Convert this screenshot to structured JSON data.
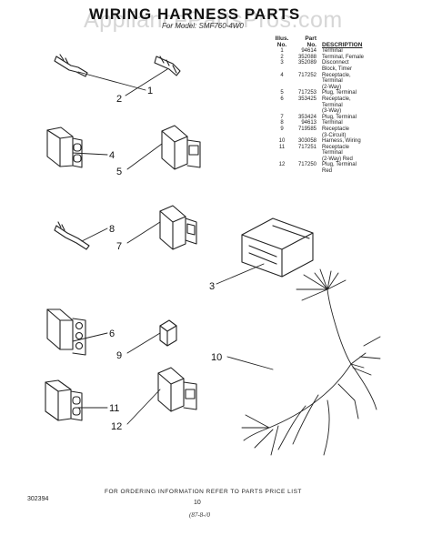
{
  "watermark": "AppliancePartsPros.com",
  "title": "WIRING HARNESS PARTS",
  "subtitle": "For Model: SMF760-4W0",
  "parts_table": {
    "headers": {
      "illus_line1": "Illus.",
      "illus_line2": "No.",
      "part_line1": "Part",
      "part_line2": "No.",
      "description": "DESCRIPTION"
    },
    "lines": [
      {
        "illus": "1",
        "part": "94614",
        "desc": "Terminal"
      },
      {
        "illus": "2",
        "part": "352088",
        "desc": "Terminal, Female"
      },
      {
        "illus": "3",
        "part": "352089",
        "desc": "Disconnect"
      },
      {
        "illus": "",
        "part": "",
        "desc": "Block, Timer"
      },
      {
        "illus": "4",
        "part": "717252",
        "desc": "Receptacle,"
      },
      {
        "illus": "",
        "part": "",
        "desc": "Terminal"
      },
      {
        "illus": "",
        "part": "",
        "desc": "(2-Way)"
      },
      {
        "illus": "5",
        "part": "717253",
        "desc": "Plug, Terminal"
      },
      {
        "illus": "6",
        "part": "353425",
        "desc": "Receptacle,"
      },
      {
        "illus": "",
        "part": "",
        "desc": "Terminal"
      },
      {
        "illus": "",
        "part": "",
        "desc": "(3-Way)"
      },
      {
        "illus": "7",
        "part": "353424",
        "desc": "Plug, Terminal"
      },
      {
        "illus": "8",
        "part": "94613",
        "desc": "Terminal"
      },
      {
        "illus": "9",
        "part": "719585",
        "desc": "Receptacle"
      },
      {
        "illus": "",
        "part": "",
        "desc": "(3-Circuit)"
      },
      {
        "illus": "10",
        "part": "303058",
        "desc": "Harness, Wiring"
      },
      {
        "illus": "11",
        "part": "717251",
        "desc": "Receptacle"
      },
      {
        "illus": "",
        "part": "",
        "desc": "Terminal"
      },
      {
        "illus": "",
        "part": "",
        "desc": "(2-Way) Red"
      },
      {
        "illus": "12",
        "part": "717250",
        "desc": "Plug, Terminal"
      },
      {
        "illus": "",
        "part": "",
        "desc": "Red"
      }
    ]
  },
  "callouts": {
    "c1": "1",
    "c2": "2",
    "c3": "3",
    "c4": "4",
    "c5": "5",
    "c6": "6",
    "c7": "7",
    "c8": "8",
    "c9": "9",
    "c10": "10",
    "c11": "11",
    "c12": "12"
  },
  "footer": {
    "note": "FOR ORDERING INFORMATION REFER TO PARTS PRICE LIST",
    "doc_number": "302394",
    "page_number": "10",
    "revision": "(87-8-/0"
  }
}
